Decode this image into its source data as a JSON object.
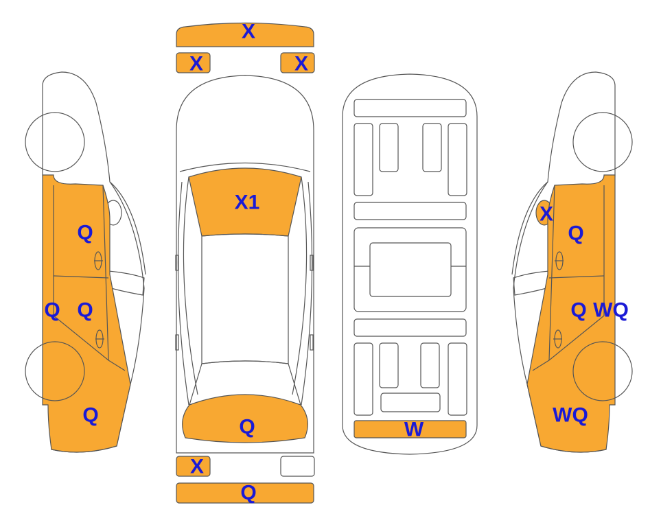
{
  "colors": {
    "damaged": "#f8a832",
    "undamaged": "#ffffff",
    "outline": "#555555",
    "label": "#1a1ad6"
  },
  "labels": {
    "top_bar": "X",
    "top_left": "X",
    "top_right": "X",
    "windshield": "X1",
    "rear_center": "Q",
    "bottom_left": "X",
    "bottom_bar": "Q",
    "underbody_rear": "W",
    "left_front_door": "Q",
    "left_rocker": "Q",
    "left_rear_door": "Q",
    "left_rear_quarter": "Q",
    "right_mirror": "X",
    "right_front_door": "Q",
    "right_rear_door_a": "Q",
    "right_rear_door_b": "WQ",
    "right_rear_quarter": "WQ"
  }
}
